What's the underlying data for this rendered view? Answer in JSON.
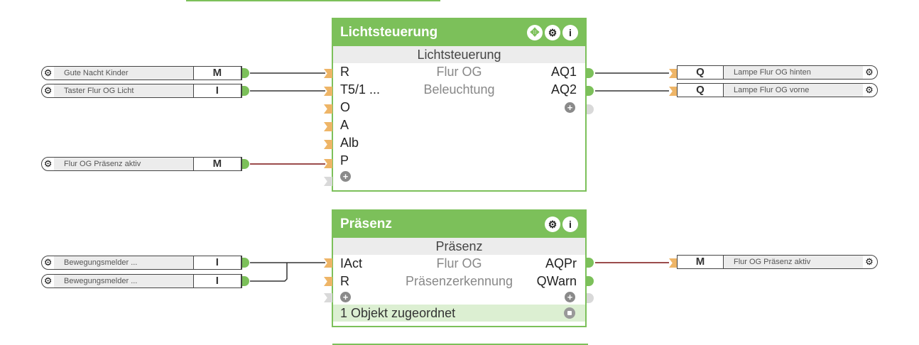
{
  "blocks": {
    "licht": {
      "title": "Lichtsteuerung",
      "subtitle": "Lichtsteuerung",
      "icons": [
        "move-icon",
        "gear-icon",
        "info-icon"
      ],
      "rows": [
        {
          "in": "R",
          "mid": "Flur OG",
          "out": "AQ1"
        },
        {
          "in": "T5/1 ...",
          "mid": "Beleuchtung",
          "out": "AQ2"
        },
        {
          "in": "O",
          "mid": "",
          "out": ""
        },
        {
          "in": "A",
          "mid": "",
          "out": ""
        },
        {
          "in": "Alb",
          "mid": "",
          "out": ""
        },
        {
          "in": "P",
          "mid": "",
          "out": ""
        }
      ]
    },
    "praesenz": {
      "title": "Präsenz",
      "subtitle": "Präsenz",
      "icons": [
        "gear-icon",
        "info-icon"
      ],
      "rows": [
        {
          "in": "IAct",
          "mid": "Flur OG",
          "out": "AQPr"
        },
        {
          "in": "R",
          "mid": "Präsenzerkennung",
          "out": "QWarn"
        }
      ],
      "footer": "1 Objekt zugeordnet"
    }
  },
  "objects": {
    "left": [
      {
        "name": "Gute Nacht Kinder",
        "type": "M"
      },
      {
        "name": "Taster Flur OG Licht",
        "type": "I"
      },
      {
        "name": "Flur OG Präsenz aktiv",
        "type": "M"
      },
      {
        "name": "Bewegungsmelder ...",
        "type": "I"
      },
      {
        "name": "Bewegungsmelder ...",
        "type": "I"
      }
    ],
    "right": [
      {
        "name": "Lampe Flur OG hinten",
        "type": "Q"
      },
      {
        "name": "Lampe Flur OG vorne",
        "type": "Q"
      },
      {
        "name": "Flur OG Präsenz aktiv",
        "type": "M"
      }
    ]
  },
  "icons": {
    "gear": "⚙",
    "info": "i",
    "move": "✥",
    "plus": "+"
  },
  "colors": {
    "accent": "#7cc05a",
    "port_in": "#eeb567",
    "wire": "#333333",
    "wire_active": "#7a1010"
  }
}
